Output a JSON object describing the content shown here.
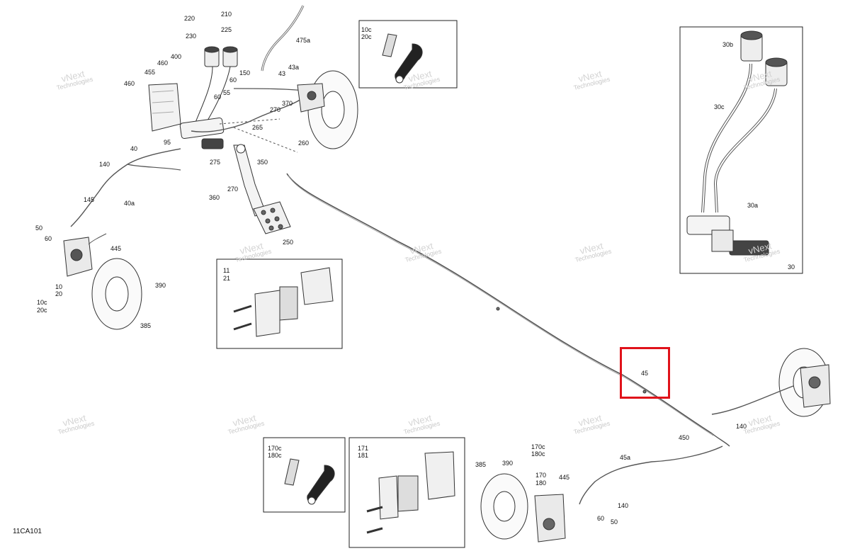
{
  "diagram_ref": "11CA101",
  "highlight_label": "45",
  "highlight_color": "#e0121a",
  "watermark": {
    "line1": "vNext",
    "line2": "Technologies"
  },
  "labels": {
    "l220": "220",
    "l210": "210",
    "l225": "225",
    "l230": "230",
    "l475a": "475a",
    "l400": "400",
    "l460a": "460",
    "l455": "455",
    "l460b": "460",
    "l150": "150",
    "l43": "43",
    "l60a": "60",
    "l43a": "43a",
    "l55": "55",
    "l60b": "60",
    "l370": "370",
    "l270a": "270",
    "l265": "265",
    "l95": "95",
    "l260": "260",
    "l40": "40",
    "l140a": "140",
    "l275": "275",
    "l350": "350",
    "l270b": "270",
    "l360": "360",
    "l40a": "40a",
    "l145": "145",
    "l50a": "50",
    "l60c": "60",
    "l445a": "445",
    "l250": "250",
    "l10": "10",
    "l20": "20",
    "l390a": "390",
    "l10c": "10c",
    "l20c": "20c",
    "l385a": "385",
    "box1_a": "10c",
    "box1_b": "20c",
    "box2_a": "11",
    "box2_b": "21",
    "l30b": "30b",
    "l30c": "30c",
    "l30a": "30a",
    "l30": "30",
    "l45": "45",
    "l140b": "140",
    "l450": "450",
    "l45a": "45a",
    "box3_a": "170c",
    "box3_b": "180c",
    "box4_a": "171",
    "box4_b": "181",
    "l385b": "385",
    "l390b": "390",
    "l170c": "170c",
    "l180c": "180c",
    "l170": "170",
    "l180": "180",
    "l445b": "445",
    "l140c": "140",
    "l60d": "60",
    "l50b": "50"
  }
}
